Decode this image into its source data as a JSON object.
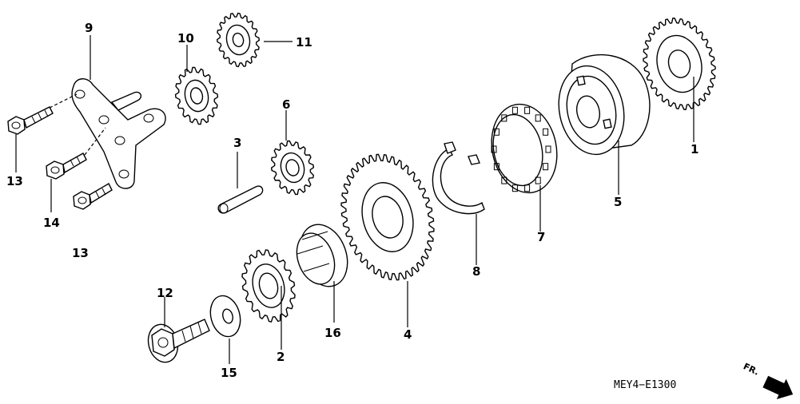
{
  "callouts": {
    "c1": "1",
    "c2": "2",
    "c3": "3",
    "c4": "4",
    "c5": "5",
    "c6": "6",
    "c7": "7",
    "c8": "8",
    "c9": "9",
    "c10": "10",
    "c11": "11",
    "c12": "12",
    "c13a": "13",
    "c13b": "13",
    "c14": "14",
    "c15": "15",
    "c16": "16"
  },
  "diagram_code": "MEY4−E1300",
  "direction_label": "FR."
}
